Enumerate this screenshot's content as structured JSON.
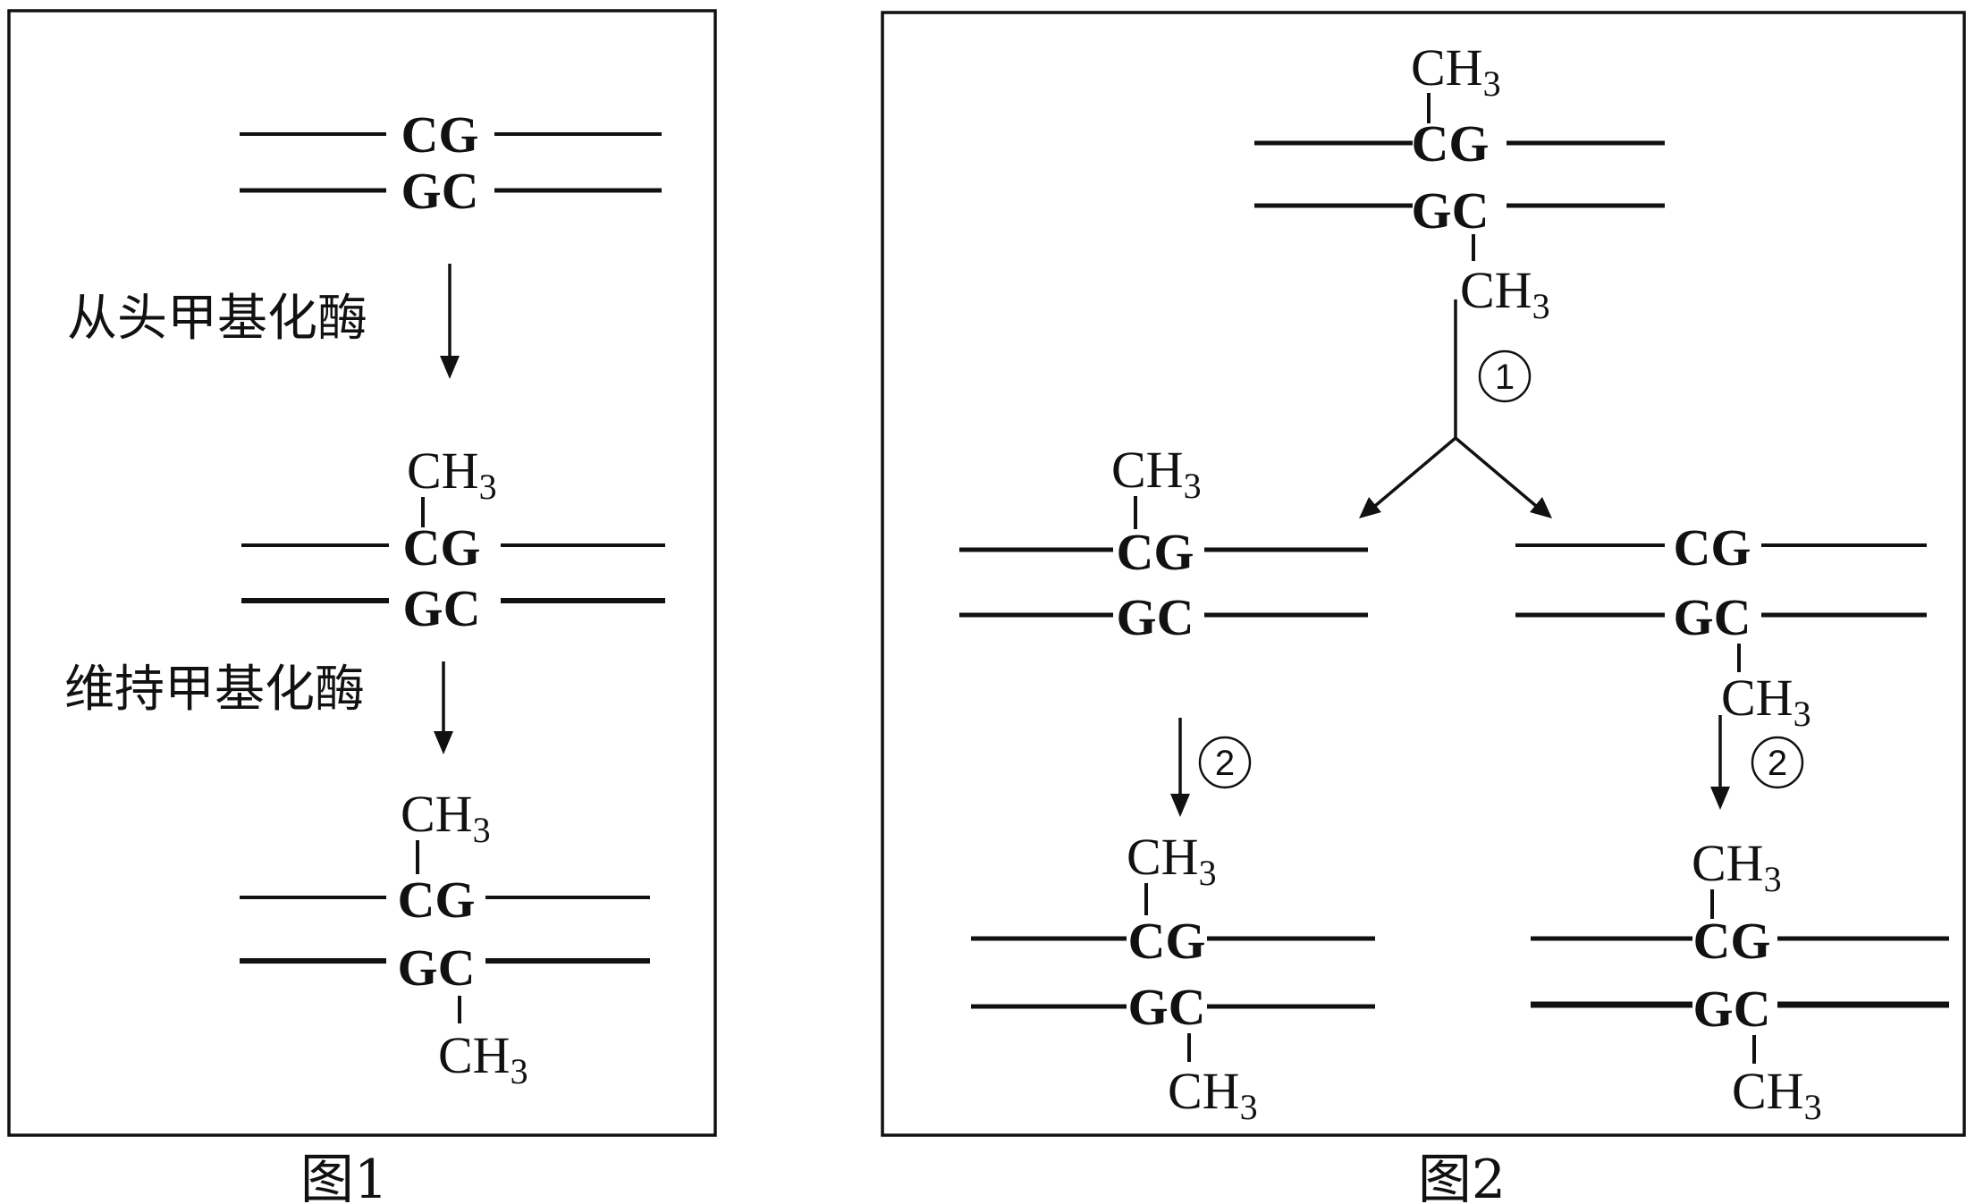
{
  "figure1": {
    "caption": "图1",
    "enzyme_de_novo": "从头甲基化酶",
    "enzyme_maintenance": "维持甲基化酶"
  },
  "figure2": {
    "caption": "图2",
    "step1": "①",
    "step2": "②"
  },
  "base_pairs": {
    "top": "CG",
    "bottom": "GC"
  },
  "methyl": {
    "main": "CH",
    "subscript": "3"
  }
}
